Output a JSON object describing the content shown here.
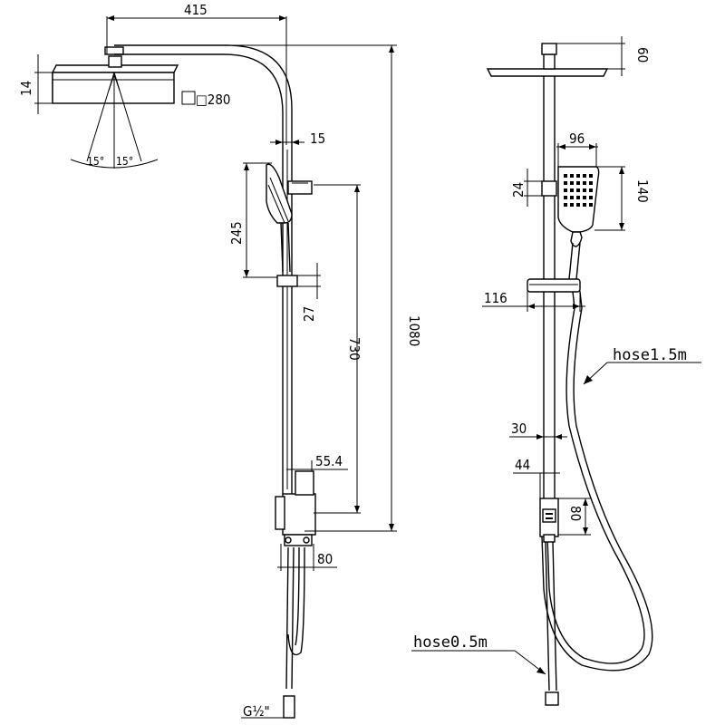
{
  "side_view": {
    "dimensions": {
      "overhead_reach": "415",
      "head_thickness": "14",
      "head_size": "□280",
      "spray_angle_left": "15°",
      "spray_angle_right": "15°",
      "handset_offset": "15",
      "handset_length": "245",
      "slider_height": "27",
      "slide_travel": "730",
      "overall_height": "1080",
      "diverter_depth": "55.4",
      "inlet_depth": "80",
      "inlet_thread": "G½\""
    }
  },
  "front_view": {
    "dimensions": {
      "arm_height": "60",
      "handset_width": "96",
      "holder_height": "24",
      "handset_head_height": "140",
      "slider_width": "116",
      "riser_diameter": "30",
      "valve_width": "44",
      "valve_height": "80"
    },
    "notes": {
      "hose_long": "hose1.5m",
      "hose_short": "hose0.5m"
    }
  }
}
